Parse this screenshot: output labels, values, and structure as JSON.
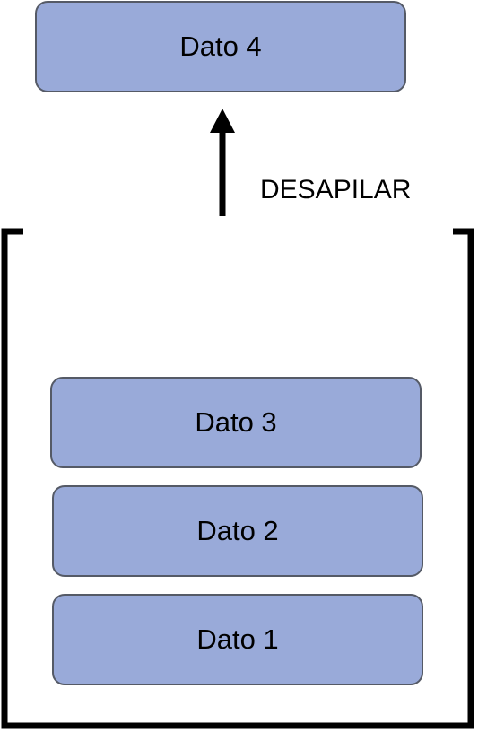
{
  "diagram": {
    "popped_item": "Dato 4",
    "operation_label": "DESAPILAR",
    "stack_items": [
      "Dato 3",
      "Dato 2",
      "Dato 1"
    ]
  },
  "colors": {
    "box_fill": "#99aad9",
    "box_border": "#555a66",
    "stroke": "#000000"
  }
}
